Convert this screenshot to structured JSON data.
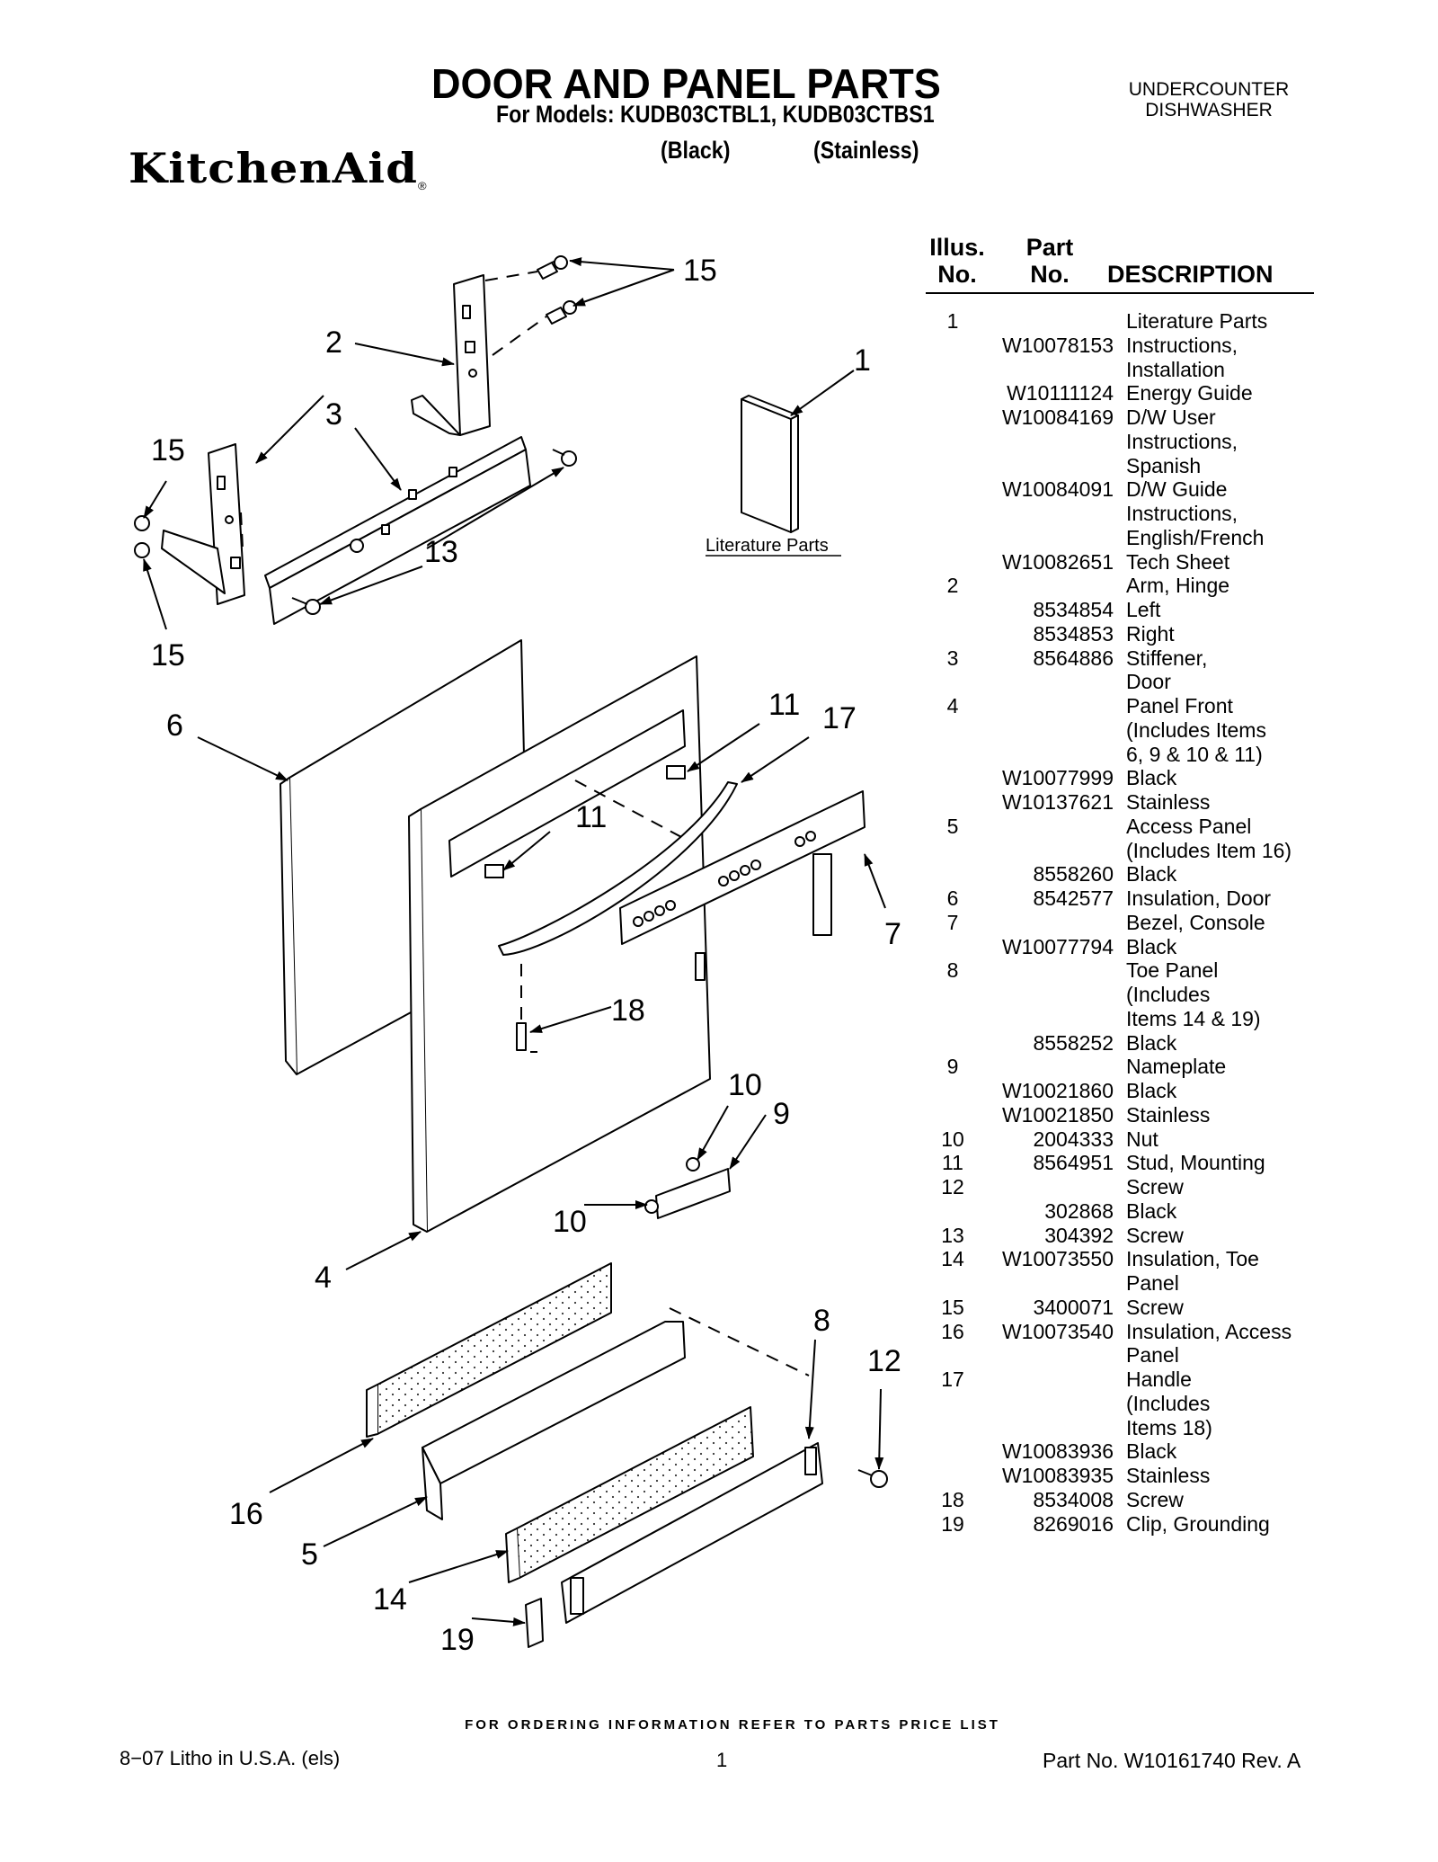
{
  "header": {
    "title": "DOOR AND PANEL PARTS",
    "models_line": "For Models: KUDB03CTBL1, KUDB03CTBS1",
    "variant_black": "(Black)",
    "variant_stainless": "(Stainless)",
    "category_line1": "UNDERCOUNTER",
    "category_line2": "DISHWASHER",
    "brand": "KitchenAid",
    "brand_mark": "®"
  },
  "table": {
    "col_illus_1": "Illus.",
    "col_illus_2": "No.",
    "col_part_1": "Part",
    "col_part_2": "No.",
    "col_desc": "DESCRIPTION",
    "rows": [
      {
        "illus": "1",
        "part": "",
        "desc": "Literature Parts"
      },
      {
        "illus": "",
        "part": "W10078153",
        "desc": "Instructions,"
      },
      {
        "illus": "",
        "part": "",
        "desc": "Installation"
      },
      {
        "illus": "",
        "part": "W10111124",
        "desc": "Energy Guide"
      },
      {
        "illus": "",
        "part": "W10084169",
        "desc": "D/W User"
      },
      {
        "illus": "",
        "part": "",
        "desc": "Instructions,"
      },
      {
        "illus": "",
        "part": "",
        "desc": "Spanish"
      },
      {
        "illus": "",
        "part": "W10084091",
        "desc": "D/W Guide"
      },
      {
        "illus": "",
        "part": "",
        "desc": "Instructions,"
      },
      {
        "illus": "",
        "part": "",
        "desc": "English/French"
      },
      {
        "illus": "",
        "part": "W10082651",
        "desc": "Tech Sheet"
      },
      {
        "illus": "2",
        "part": "",
        "desc": "Arm, Hinge"
      },
      {
        "illus": "",
        "part": "8534854",
        "desc": "Left"
      },
      {
        "illus": "",
        "part": "8534853",
        "desc": "Right"
      },
      {
        "illus": "3",
        "part": "8564886",
        "desc": "Stiffener,"
      },
      {
        "illus": "",
        "part": "",
        "desc": "Door"
      },
      {
        "illus": "4",
        "part": "",
        "desc": "Panel Front"
      },
      {
        "illus": "",
        "part": "",
        "desc": "(Includes Items"
      },
      {
        "illus": "",
        "part": "",
        "desc": "6, 9 & 10 & 11)"
      },
      {
        "illus": "",
        "part": "W10077999",
        "desc": "Black"
      },
      {
        "illus": "",
        "part": "W10137621",
        "desc": "Stainless"
      },
      {
        "illus": "5",
        "part": "",
        "desc": "Access Panel"
      },
      {
        "illus": "",
        "part": "",
        "desc": "(Includes Item 16)"
      },
      {
        "illus": "",
        "part": "8558260",
        "desc": "Black"
      },
      {
        "illus": "6",
        "part": "8542577",
        "desc": "Insulation, Door"
      },
      {
        "illus": "7",
        "part": "",
        "desc": "Bezel, Console"
      },
      {
        "illus": "",
        "part": "W10077794",
        "desc": "Black"
      },
      {
        "illus": "8",
        "part": "",
        "desc": "Toe Panel"
      },
      {
        "illus": "",
        "part": "",
        "desc": "(Includes"
      },
      {
        "illus": "",
        "part": "",
        "desc": "Items 14 & 19)"
      },
      {
        "illus": "",
        "part": "8558252",
        "desc": "Black"
      },
      {
        "illus": "9",
        "part": "",
        "desc": "Nameplate"
      },
      {
        "illus": "",
        "part": "W10021860",
        "desc": "Black"
      },
      {
        "illus": "",
        "part": "W10021850",
        "desc": "Stainless"
      },
      {
        "illus": "10",
        "part": "2004333",
        "desc": "Nut"
      },
      {
        "illus": "11",
        "part": "8564951",
        "desc": "Stud, Mounting"
      },
      {
        "illus": "12",
        "part": "",
        "desc": "Screw"
      },
      {
        "illus": "",
        "part": "302868",
        "desc": "Black"
      },
      {
        "illus": "13",
        "part": "304392",
        "desc": "Screw"
      },
      {
        "illus": "14",
        "part": "W10073550",
        "desc": "Insulation, Toe"
      },
      {
        "illus": "",
        "part": "",
        "desc": "Panel"
      },
      {
        "illus": "15",
        "part": "3400071",
        "desc": "Screw"
      },
      {
        "illus": "16",
        "part": "W10073540",
        "desc": "Insulation, Access"
      },
      {
        "illus": "",
        "part": "",
        "desc": "Panel"
      },
      {
        "illus": "17",
        "part": "",
        "desc": "Handle"
      },
      {
        "illus": "",
        "part": "",
        "desc": "(Includes"
      },
      {
        "illus": "",
        "part": "",
        "desc": "Items 18)"
      },
      {
        "illus": "",
        "part": "W10083936",
        "desc": "Black"
      },
      {
        "illus": "",
        "part": "W10083935",
        "desc": "Stainless"
      },
      {
        "illus": "18",
        "part": "8534008",
        "desc": "Screw"
      },
      {
        "illus": "19",
        "part": "8269016",
        "desc": "Clip, Grounding"
      }
    ]
  },
  "diagram": {
    "literature_label": "Literature Parts",
    "callouts": {
      "c15a": "15",
      "c2": "2",
      "c1": "1",
      "c3": "3",
      "c15b": "15",
      "c13": "13",
      "c15c": "15",
      "c6": "6",
      "c11a": "11",
      "c17": "17",
      "c11b": "11",
      "c7": "7",
      "c18": "18",
      "c10a": "10",
      "c9": "9",
      "c10b": "10",
      "c4": "4",
      "c8": "8",
      "c12": "12",
      "c16": "16",
      "c5": "5",
      "c14": "14",
      "c19": "19"
    }
  },
  "footer": {
    "notice": "FOR ORDERING INFORMATION REFER TO PARTS PRICE LIST",
    "left": "8−07 Litho in U.S.A. (els)",
    "page": "1",
    "right": "Part No. W10161740 Rev. A"
  }
}
